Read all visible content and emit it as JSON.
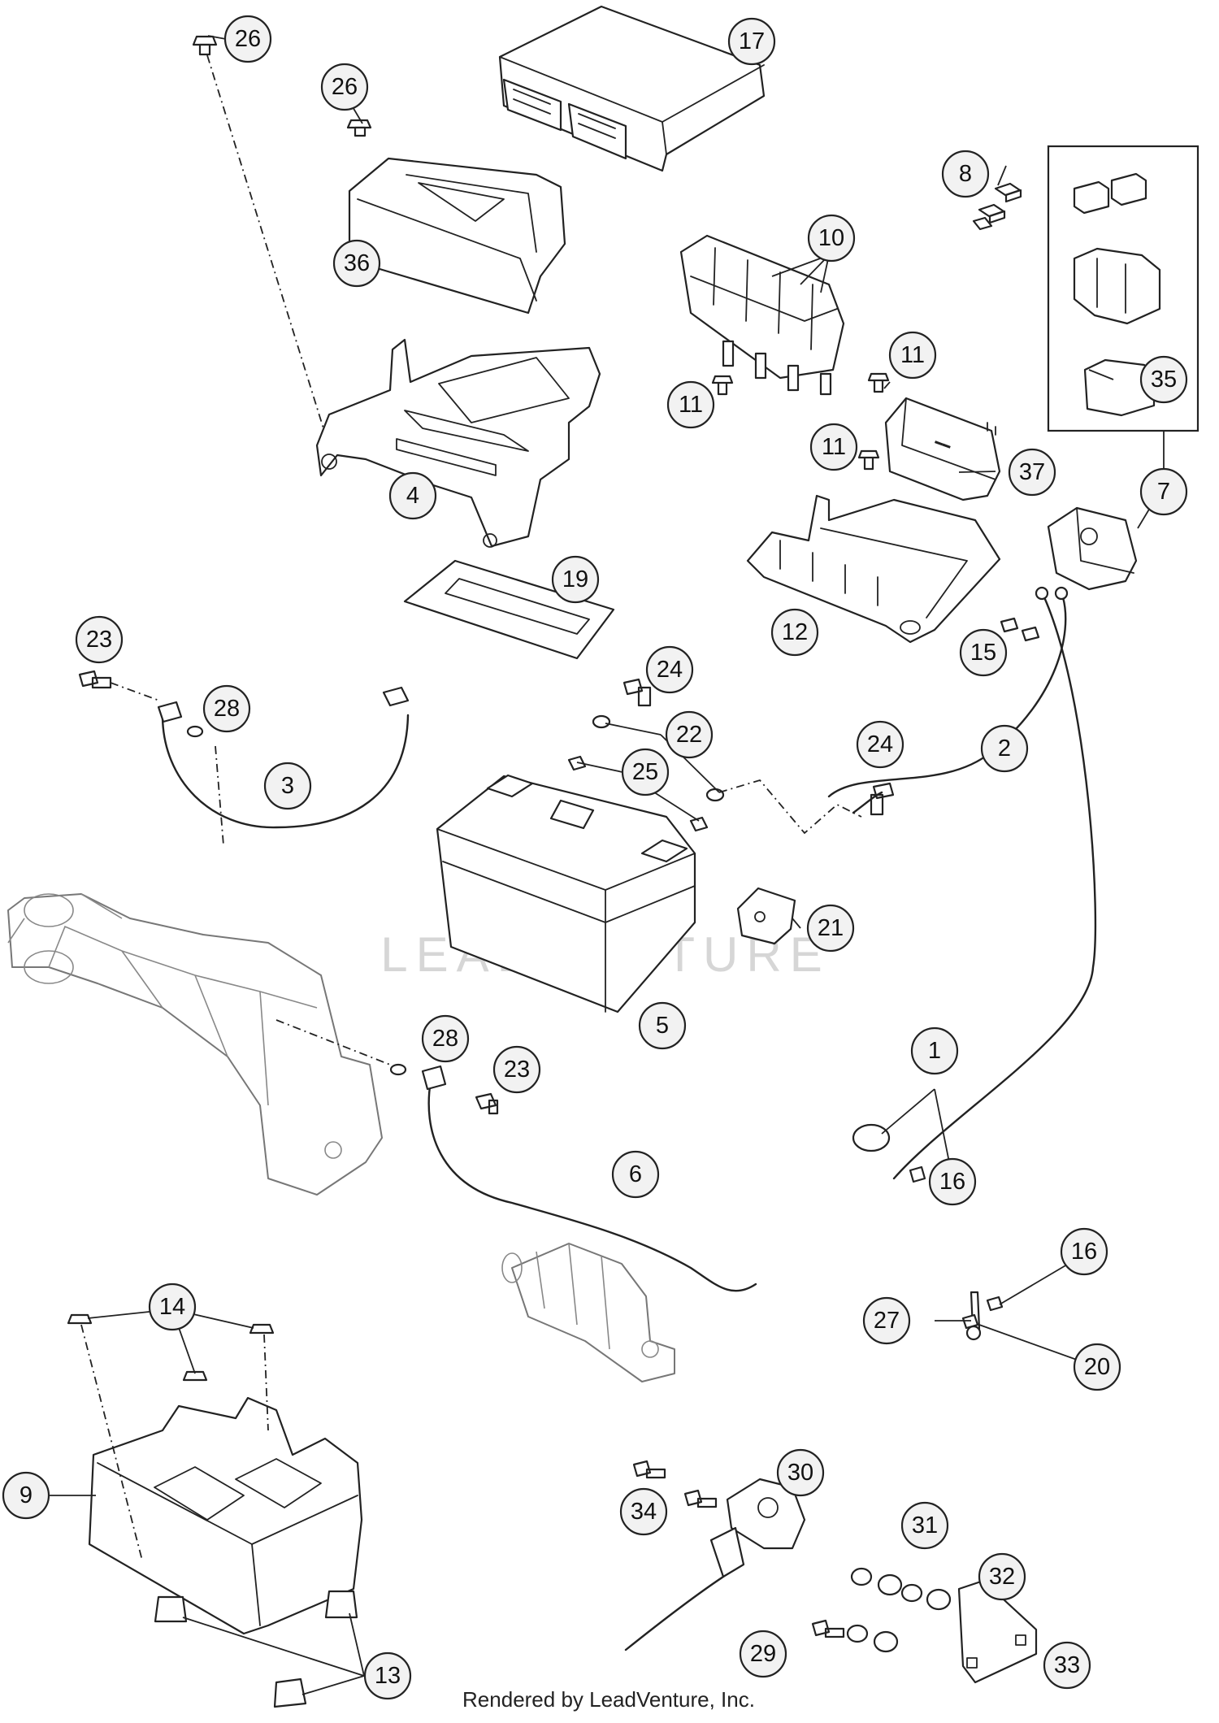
{
  "diagram": {
    "watermark": "LEADVENTURE",
    "credit": "Rendered by LeadVenture, Inc."
  },
  "callouts": [
    {
      "id": "c1",
      "label": "1"
    },
    {
      "id": "c2",
      "label": "2"
    },
    {
      "id": "c3",
      "label": "3"
    },
    {
      "id": "c4",
      "label": "4"
    },
    {
      "id": "c5",
      "label": "5"
    },
    {
      "id": "c6",
      "label": "6"
    },
    {
      "id": "c7",
      "label": "7"
    },
    {
      "id": "c8",
      "label": "8"
    },
    {
      "id": "c9",
      "label": "9"
    },
    {
      "id": "c10",
      "label": "10"
    },
    {
      "id": "c11a",
      "label": "11"
    },
    {
      "id": "c11b",
      "label": "11"
    },
    {
      "id": "c11c",
      "label": "11"
    },
    {
      "id": "c12",
      "label": "12"
    },
    {
      "id": "c13",
      "label": "13"
    },
    {
      "id": "c14",
      "label": "14"
    },
    {
      "id": "c15",
      "label": "15"
    },
    {
      "id": "c16a",
      "label": "16"
    },
    {
      "id": "c16b",
      "label": "16"
    },
    {
      "id": "c17",
      "label": "17"
    },
    {
      "id": "c19",
      "label": "19"
    },
    {
      "id": "c20",
      "label": "20"
    },
    {
      "id": "c21",
      "label": "21"
    },
    {
      "id": "c22",
      "label": "22"
    },
    {
      "id": "c23a",
      "label": "23"
    },
    {
      "id": "c23b",
      "label": "23"
    },
    {
      "id": "c24a",
      "label": "24"
    },
    {
      "id": "c24b",
      "label": "24"
    },
    {
      "id": "c25",
      "label": "25"
    },
    {
      "id": "c26a",
      "label": "26"
    },
    {
      "id": "c26b",
      "label": "26"
    },
    {
      "id": "c27",
      "label": "27"
    },
    {
      "id": "c28a",
      "label": "28"
    },
    {
      "id": "c28b",
      "label": "28"
    },
    {
      "id": "c29",
      "label": "29"
    },
    {
      "id": "c30",
      "label": "30"
    },
    {
      "id": "c31",
      "label": "31"
    },
    {
      "id": "c32",
      "label": "32"
    },
    {
      "id": "c33",
      "label": "33"
    },
    {
      "id": "c34",
      "label": "34"
    },
    {
      "id": "c35",
      "label": "35"
    },
    {
      "id": "c36",
      "label": "36"
    },
    {
      "id": "c37",
      "label": "37"
    }
  ]
}
